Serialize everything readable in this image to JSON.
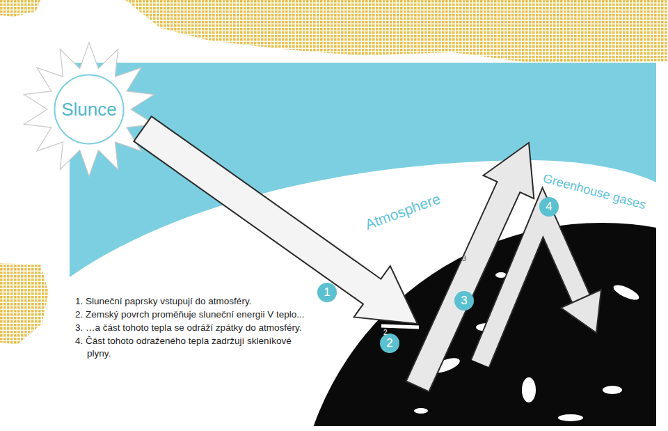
{
  "diagram": {
    "nodes": [
      {
        "text": [
          "Slunce"
        ]
      }
    ],
    "labels": [
      "Atmosphere",
      "Greenhouse gases",
      "1",
      "2",
      "3",
      "4",
      "3",
      "2",
      "1. Sluneční paprsky vstupují do atmosféry.",
      "2. Zemský povrch proměňuje sluneční energii V teplo...",
      "3. …a část tohoto tepla se odráží zpátky do atmosféry.",
      "4. Část tohoto odraženého tepla zadržují skleníkové plyny."
    ]
  }
}
